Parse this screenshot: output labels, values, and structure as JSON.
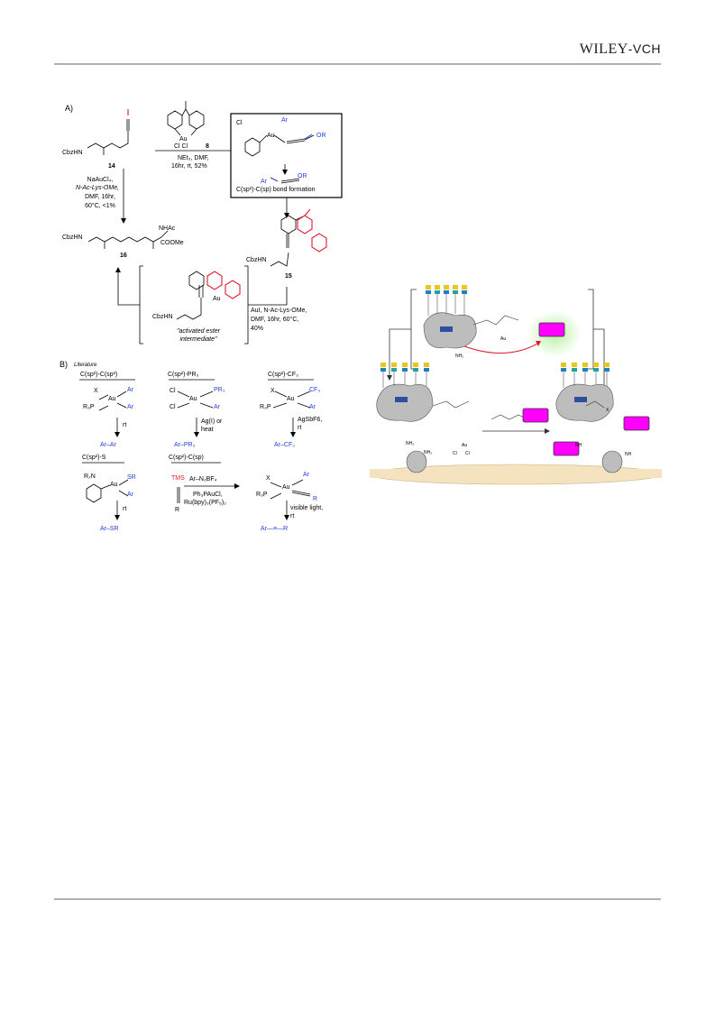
{
  "header": {
    "logo_main": "WILEY",
    "logo_suffix": "-VCH"
  },
  "scheme": {
    "panel_a_label": "A)",
    "panel_b_label": "B)",
    "panel_b_subtitle": "Literature",
    "compound_14": "14",
    "compound_14_group": "CbzHN",
    "compound_8": "8",
    "compound_8_metal": "Au",
    "compound_8_ligands": "Cl  Cl",
    "conditions_14_to_15": [
      "NEt₃, DMF,",
      "16hr, rt, 52%"
    ],
    "mechanism_box_title": "C(sp²)-C(sp) bond formation",
    "mech_cl": "Cl",
    "mech_au": "Au",
    "mech_ar": "Ar",
    "mech_or": "OR",
    "conditions_14_to_16": [
      "NaAuCl₄,",
      "N-Ac-Lys-OMe,",
      "DMF, 16hr,",
      "60°C, <1%"
    ],
    "compound_16": "16",
    "compound_16_group1": "CbzHN",
    "compound_16_group2": "NHAc",
    "compound_16_group3": "COOMe",
    "compound_15": "15",
    "compound_15_group": "CbzHN",
    "intermediate_group": "CbzHN",
    "intermediate_metal": "Au",
    "intermediate_caption": [
      "\"activated ester",
      "intermediate\""
    ],
    "conditions_15_to_16": [
      "AuI, N-Ac-Lys-OMe,",
      "DMF, 16hr, 60°C,",
      "40%"
    ],
    "lit_1_title": "C(sp²)-C(sp²)",
    "lit_1_cond": "rt",
    "lit_1_product": "Ar–Ar",
    "lit_2_title": "C(sp²)-PR₃",
    "lit_2_cond": [
      "Ag(I) or",
      "heat"
    ],
    "lit_2_product": "Ar–PR₃",
    "lit_3_title": "C(sp²)-CF₃",
    "lit_3_cond": "AgSbF6,",
    "lit_3_cond2": "rt",
    "lit_3_product": "Ar–CF₃",
    "lit_4_title": "C(sp²)-S",
    "lit_4_cond": "rt",
    "lit_4_product": "Ar–SR",
    "lit_5_title": "C(sp²)-C(sp)",
    "lit_5_tms": "TMS",
    "lit_5_r": "R",
    "lit_5_reagent": "Ar–N₂BF₄",
    "lit_5_cond": [
      "Ph₃PAuCl,",
      "Ru(bpy)₃(PF₆)₂"
    ],
    "lit_5_cond2": [
      "visible light,",
      "rt"
    ],
    "lit_5_product": "Ar—≡—R",
    "complex_x": "X",
    "complex_au": "Au",
    "complex_ar": "Ar",
    "complex_r3p": "R₃P",
    "complex_cl": "Cl",
    "complex_pr3": "PR₃",
    "complex_cf3": "CF₃",
    "complex_r2n": "R₂N",
    "complex_sr": "SR"
  },
  "figure_right": {
    "nh2_a": "NH₂",
    "nh2_b": "NH₂",
    "nh_a": "NH",
    "nh_b": "NH",
    "au": "Au",
    "x_label": "X",
    "cl_label": "Cl",
    "colors": {
      "magenta": "#ff00ff",
      "membrane": "#f5e3bf",
      "glow": "#b8f0a0",
      "arrow_red": "#e0182d"
    }
  },
  "footer": {}
}
